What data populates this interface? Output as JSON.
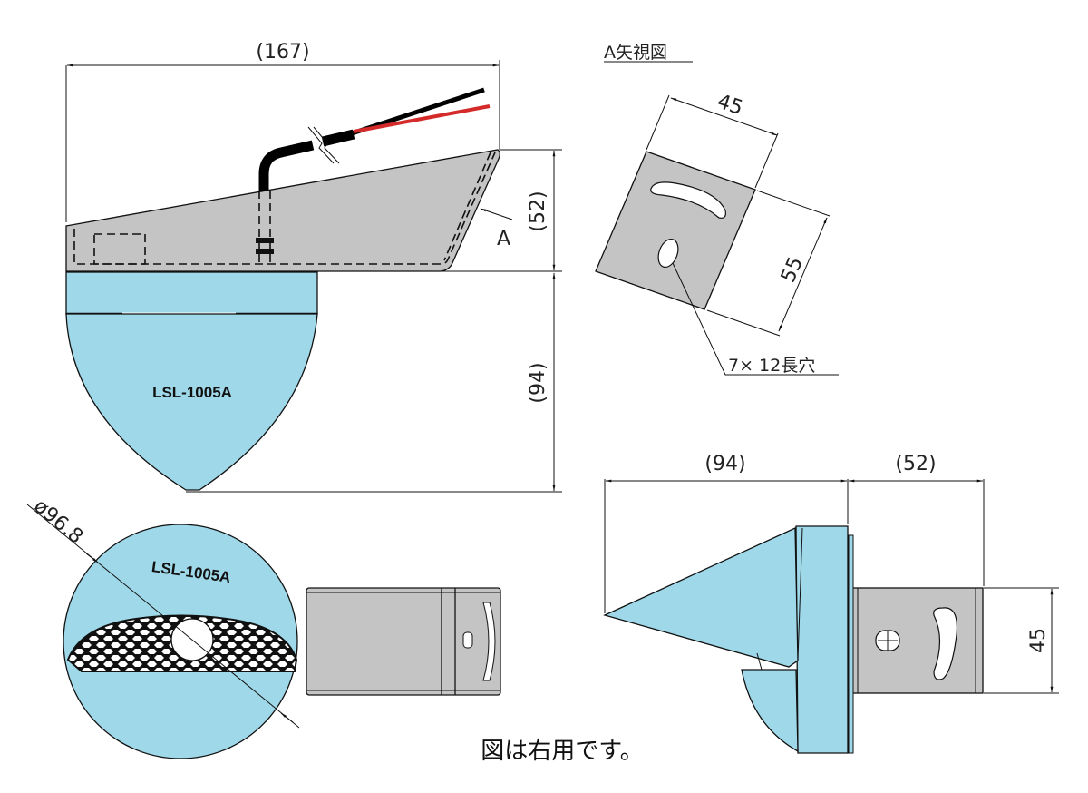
{
  "drawing": {
    "model_name": "LSL-1005A",
    "caption": "図は右用です。",
    "colors": {
      "lamp_body": "#9fd8e8",
      "bracket": "#c4c4c4",
      "wire_black": "#000000",
      "wire_red": "#d42a2a"
    },
    "front_view": {
      "overall_width": "(167)",
      "bracket_height": "(52)",
      "lamp_height": "(94)",
      "arrow_view_marker": "A"
    },
    "arrow_view_A": {
      "title": "A矢視図",
      "width": "45",
      "length": "55",
      "hole_note": "7× 12長穴"
    },
    "bottom_view": {
      "diameter": "ø96.8",
      "model_label": "LSL-1005A"
    },
    "side_view": {
      "lamp_depth": "(94)",
      "bracket_length": "(52)",
      "bracket_width": "45"
    }
  }
}
